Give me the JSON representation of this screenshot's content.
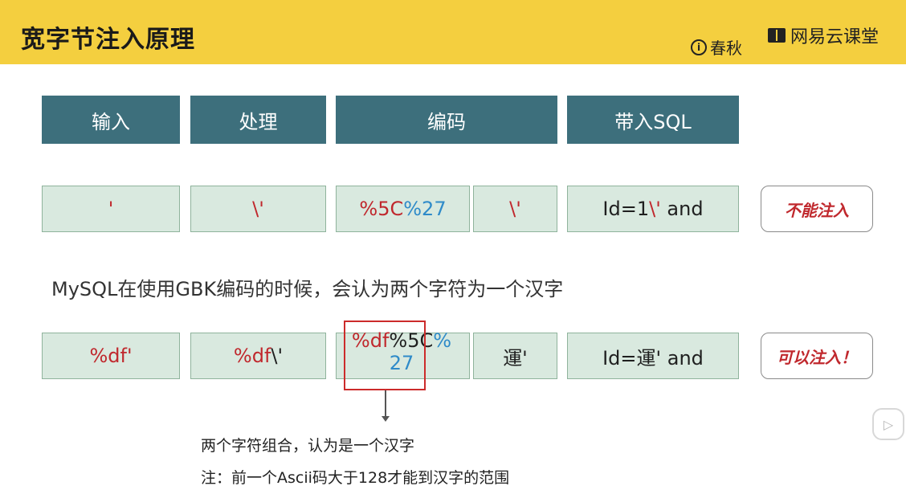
{
  "header": {
    "title": "宽字节注入原理",
    "brand_chunqiu": "春秋",
    "brand_chunqiu_mark": "i",
    "brand_netease": "网易云课堂"
  },
  "columns": [
    "输入",
    "处理",
    "编码",
    "带入SQL"
  ],
  "row1": {
    "input": "'",
    "escaped": "\\'",
    "encoded_a": "%5C",
    "encoded_b": "%27",
    "decoded": "\\'",
    "sql_prefix": "Id=1",
    "sql_escape": "\\'",
    "sql_suffix": " and",
    "verdict": "不能注入"
  },
  "note": "MySQL在使用GBK编码的时候，会认为两个字符为一个汉字",
  "row2": {
    "input_prefix": "%df",
    "input_quote": "'",
    "escaped_prefix": "%df",
    "escaped_slash": "\\'",
    "encoded_a": "%df",
    "encoded_b": "%5C",
    "encoded_c": "%",
    "encoded_d": "27",
    "decoded": "運'",
    "sql": "Id=運' and",
    "verdict": "可以注入！"
  },
  "explanation": {
    "line1": "两个字符组合，认为是一个汉字",
    "line2": "注：前一个Ascii码大于128才能到汉字的范围"
  },
  "player": {
    "play_glyph": "▷"
  },
  "colors": {
    "header": "#f4cf3f",
    "column_header": "#3d6f7c",
    "cell": "#d9e9df",
    "red": "#c0282d",
    "blue": "#2f8bc9"
  }
}
